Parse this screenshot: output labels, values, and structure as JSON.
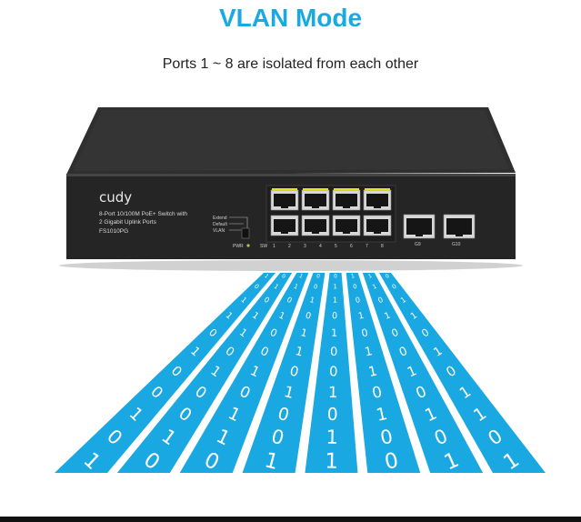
{
  "header": {
    "title": "VLAN Mode",
    "subtitle": "Ports 1 ~ 8 are isolated from each other"
  },
  "device": {
    "brand": "cudy",
    "description_line1": "8-Port 10/100M PoE+ Switch with",
    "description_line2": "2 Gigabit Uplink Ports",
    "model": "FS1010PG",
    "mode_switch_labels": [
      "Extend",
      "Default",
      "VLAN"
    ],
    "pwr_label": "PWR",
    "sw_label": "SW",
    "port_labels": [
      "1",
      "2",
      "3",
      "4",
      "5",
      "6",
      "7",
      "8"
    ],
    "uplink_labels": [
      "G9",
      "G10"
    ]
  },
  "streams": {
    "color": "#19a8e2",
    "bit_sequences": [
      "1011010010110100",
      "0101101001011010",
      "1101001011010011",
      "0010110100101101",
      "0110100101101001",
      "1001011010010110",
      "1101001010110100",
      "0011010110100101"
    ]
  },
  "colors": {
    "accent": "#1aa9e0",
    "switch_body": "#2b2b2b",
    "poe_highlight": "#e8e21a"
  }
}
